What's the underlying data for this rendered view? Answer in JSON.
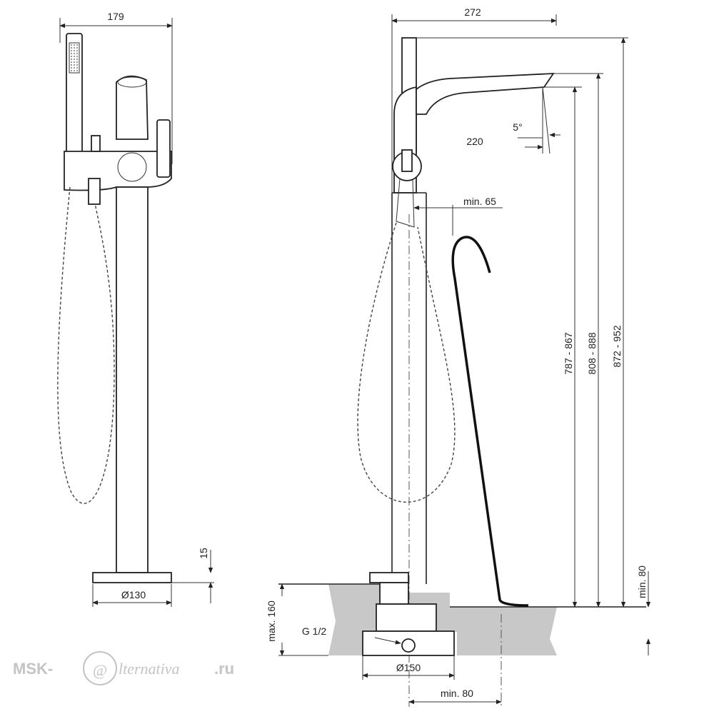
{
  "dimensions": {
    "side_width": "179",
    "side_base_height": "15",
    "side_base_diameter": "Ø130",
    "front_width": "272",
    "spout_reach": "220",
    "spout_angle": "5°",
    "clearance_min": "min. 65",
    "height_outlet": "787 - 867",
    "height_spout_top": "808 - 888",
    "height_total": "872 - 952",
    "floor_min": "min. 80",
    "depth_max": "max. 160",
    "thread": "G 1/2",
    "mount_diameter": "Ø150",
    "offset_min": "min. 80"
  },
  "watermark": {
    "brand": "MSK-",
    "at_symbol": "@",
    "suffix": "lternativa",
    "tld": ".ru"
  },
  "colors": {
    "line": "#222222",
    "floor_fill": "#c8c8c8",
    "watermark": "#c4c4c4"
  }
}
